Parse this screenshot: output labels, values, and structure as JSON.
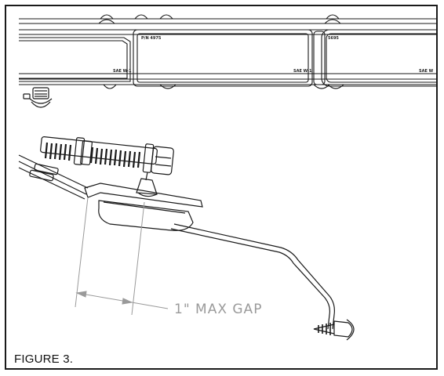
{
  "figure": {
    "caption": "FIGURE 3.",
    "callout_label": "1\"  MAX GAP",
    "rail_labels": {
      "label_a": "SAE W-1",
      "label_b": "SAE W-1",
      "label_c": "SAE W",
      "label_d": "P/N 4975",
      "label_e": "5695"
    }
  },
  "colors": {
    "line": "#1a1a1a",
    "dimension": "#9a9a9a",
    "background": "#ffffff"
  }
}
